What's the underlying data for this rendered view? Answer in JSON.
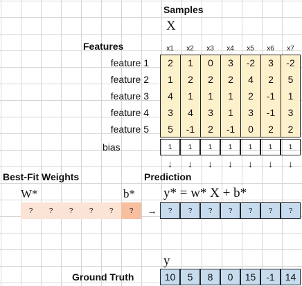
{
  "samples_header": "Samples",
  "x_symbol": "X",
  "features_header": "Features",
  "columns": [
    "x1",
    "x2",
    "x3",
    "x4",
    "x5",
    "x6",
    "x7"
  ],
  "rows": [
    {
      "label": "feature 1",
      "values": [
        "2",
        "1",
        "0",
        "3",
        "-2",
        "3",
        "-2"
      ]
    },
    {
      "label": "feature 2",
      "values": [
        "1",
        "2",
        "2",
        "2",
        "4",
        "2",
        "5"
      ]
    },
    {
      "label": "feature 3",
      "values": [
        "4",
        "1",
        "1",
        "1",
        "2",
        "-1",
        "1"
      ]
    },
    {
      "label": "feature 4",
      "values": [
        "3",
        "4",
        "3",
        "1",
        "3",
        "-1",
        "3"
      ]
    },
    {
      "label": "feature 5",
      "values": [
        "5",
        "-1",
        "2",
        "-1",
        "0",
        "2",
        "2"
      ]
    }
  ],
  "bias": {
    "label": "bias",
    "values": [
      "1",
      "1",
      "1",
      "1",
      "1",
      "1",
      "1"
    ]
  },
  "down_arrow": "↓",
  "weights": {
    "header": "Best-Fit Weights",
    "w_symbol": "W*",
    "b_symbol": "b*",
    "w_values": [
      "?",
      "?",
      "?",
      "?",
      "?"
    ],
    "b_value": "?"
  },
  "right_arrow": "→",
  "prediction": {
    "header": "Prediction",
    "formula": "y* = w* X + b*",
    "values": [
      "?",
      "?",
      "?",
      "?",
      "?",
      "?",
      "?"
    ]
  },
  "ground_truth": {
    "symbol": "y",
    "label": "Ground Truth",
    "values": [
      "10",
      "5",
      "8",
      "0",
      "15",
      "-1",
      "14"
    ]
  },
  "colors": {
    "x_fill": "#fdf1cc",
    "weights_fill": "#fbe3d6",
    "bias_weight_fill": "#f7bfa0",
    "prediction_fill": "#c7dbef",
    "truth_fill": "#c7dbef",
    "border": "#222222"
  }
}
